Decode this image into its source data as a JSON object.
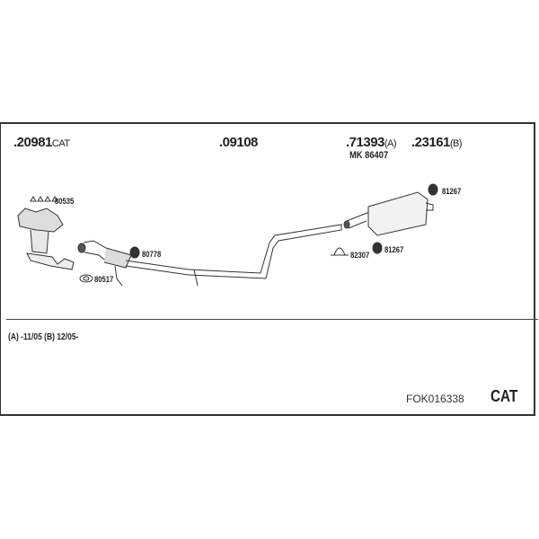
{
  "parts": {
    "p1": {
      "number": ".20981",
      "suffix": "CAT"
    },
    "p2": {
      "number": ".09108"
    },
    "p3": {
      "number": ".71393",
      "suffix": "(A)",
      "sub": "MK 86407"
    },
    "p4": {
      "number": ".23161",
      "suffix": "(B)"
    }
  },
  "fittings": {
    "gasket_set": "80535",
    "gasket": "80517",
    "rubber_mount_1": "80778",
    "clamp": "82307",
    "rubber_mount_2": "81267",
    "rubber_mount_3": "81267"
  },
  "note": "(A) -11/05 (B) 12/05-",
  "code": "FOK016338",
  "type": "CAT"
}
